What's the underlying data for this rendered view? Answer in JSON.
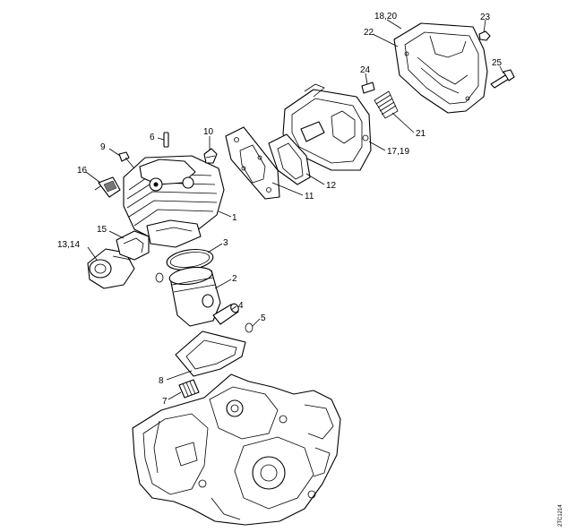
{
  "callouts": [
    {
      "id": "c1",
      "label": "1"
    },
    {
      "id": "c2",
      "label": "2"
    },
    {
      "id": "c3",
      "label": "3"
    },
    {
      "id": "c4",
      "label": "4"
    },
    {
      "id": "c5",
      "label": "5"
    },
    {
      "id": "c6",
      "label": "6"
    },
    {
      "id": "c7",
      "label": "7"
    },
    {
      "id": "c8",
      "label": "8"
    },
    {
      "id": "c9",
      "label": "9"
    },
    {
      "id": "c10",
      "label": "10"
    },
    {
      "id": "c11",
      "label": "11"
    },
    {
      "id": "c12",
      "label": "12"
    },
    {
      "id": "c1314",
      "label": "13,14"
    },
    {
      "id": "c15",
      "label": "15"
    },
    {
      "id": "c16",
      "label": "16"
    },
    {
      "id": "c1719",
      "label": "17,19"
    },
    {
      "id": "c1820",
      "label": "18,20"
    },
    {
      "id": "c21",
      "label": "21"
    },
    {
      "id": "c22",
      "label": "22"
    },
    {
      "id": "c23",
      "label": "23"
    },
    {
      "id": "c24",
      "label": "24"
    },
    {
      "id": "c25",
      "label": "25"
    }
  ],
  "drawing_code": "2TC1214"
}
